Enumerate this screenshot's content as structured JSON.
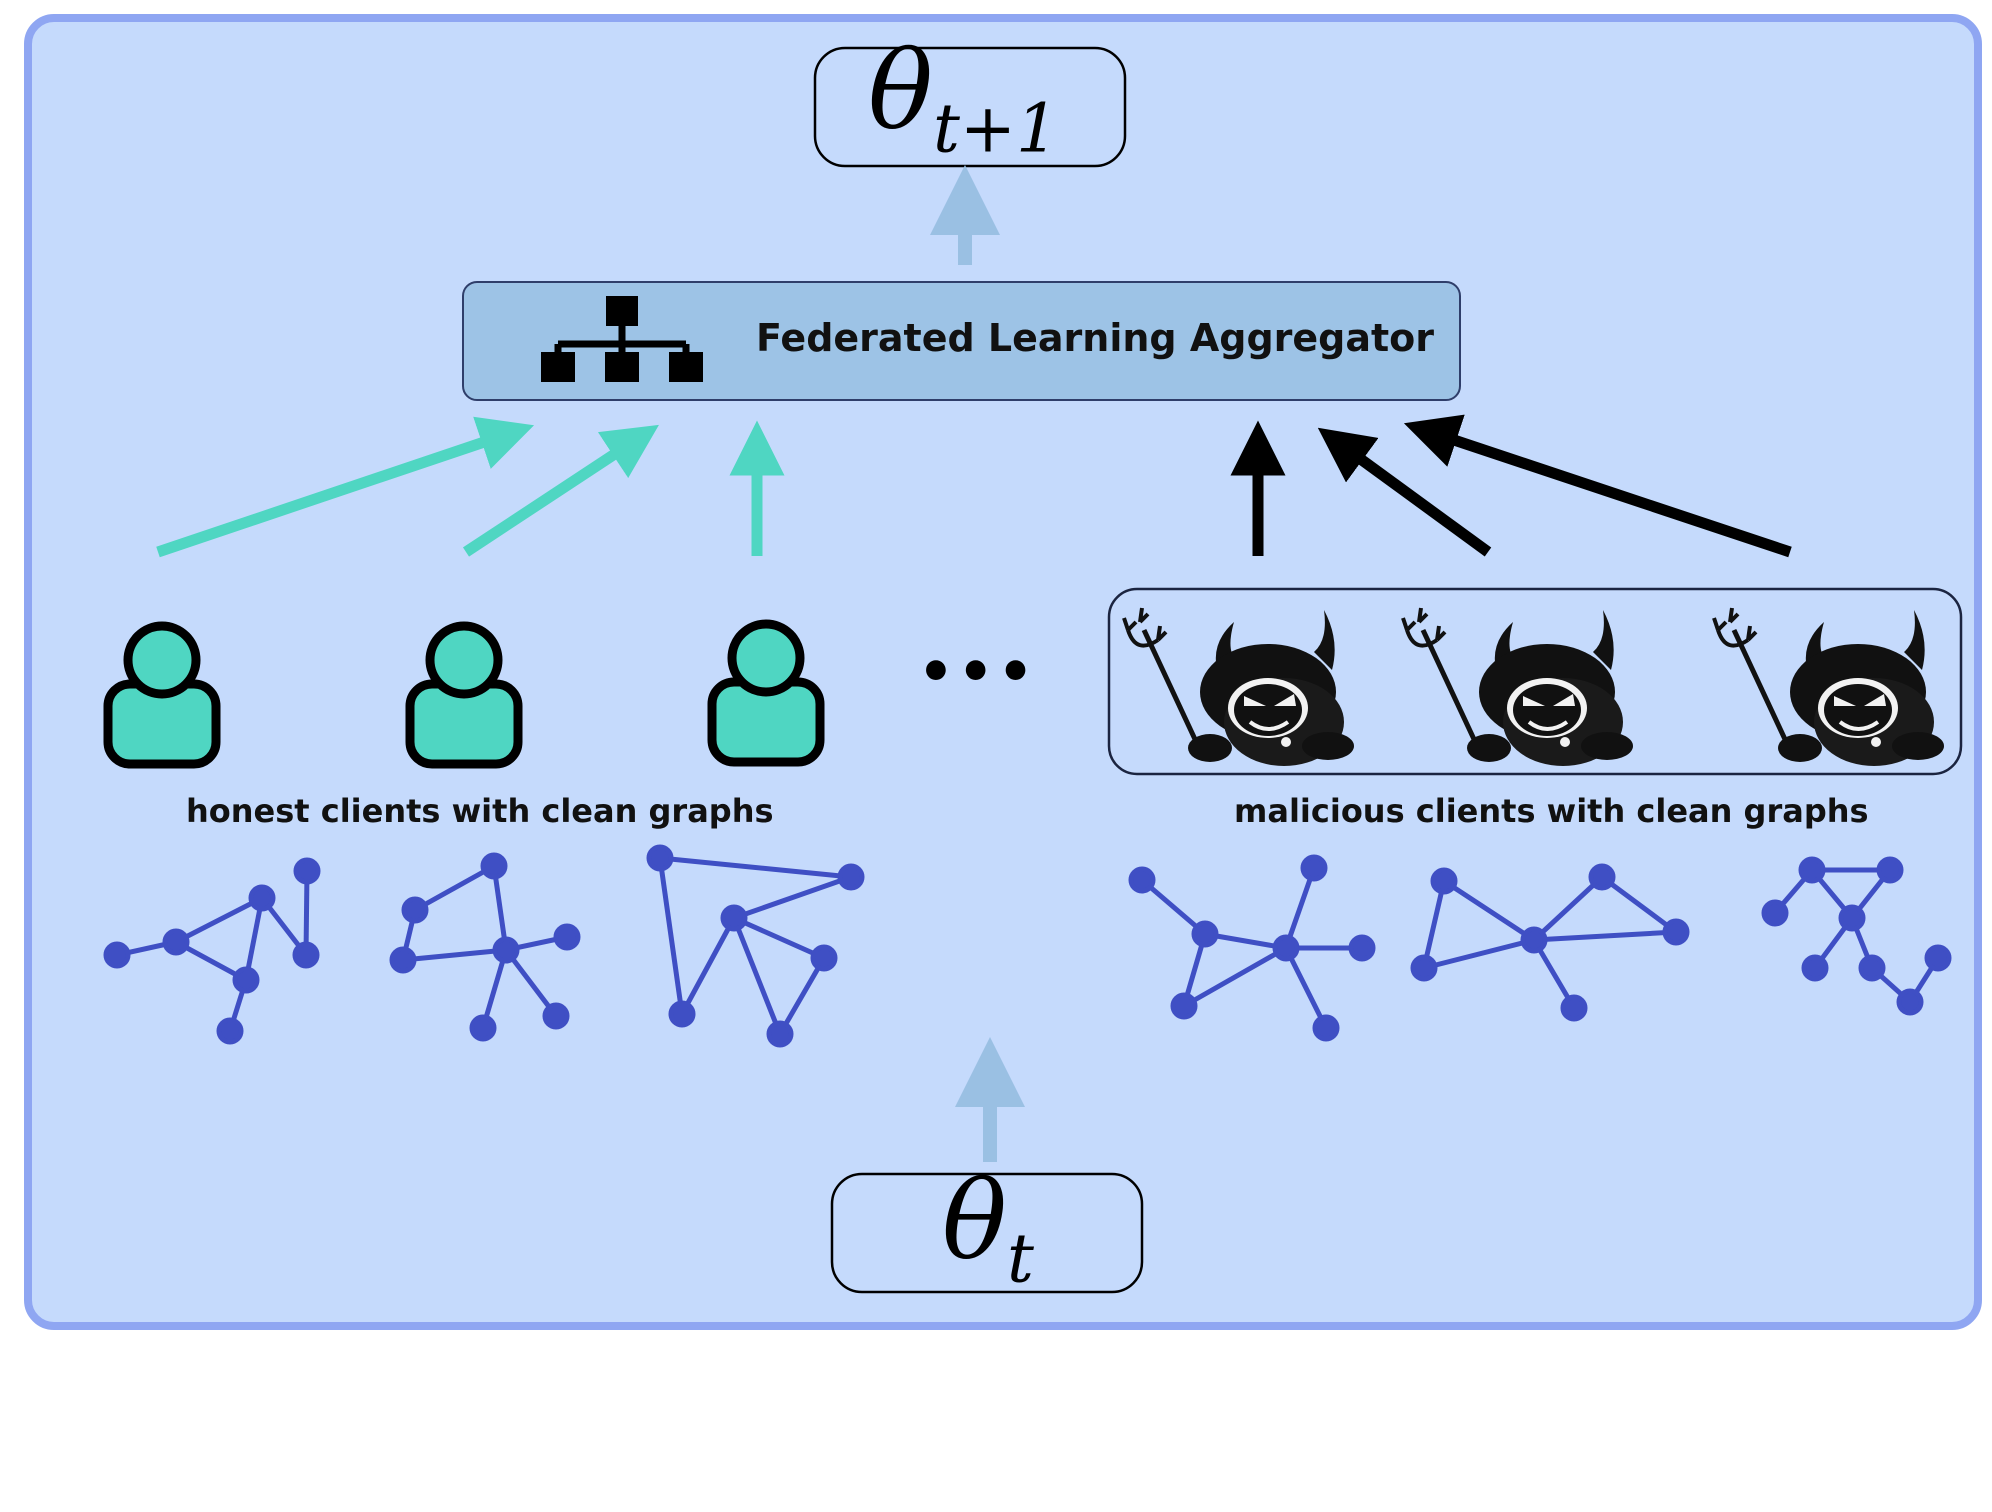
{
  "diagram": {
    "top_theta": {
      "base": "θ",
      "subscript": "t+1"
    },
    "bottom_theta": {
      "base": "θ",
      "subscript": "t"
    },
    "aggregator": {
      "label": "Federated Learning Aggregator",
      "icon": "network-hierarchy-icon"
    },
    "honest_label": "honest clients with clean graphs",
    "malicious_label": "malicious clients with clean graphs",
    "ellipsis": "•••",
    "honest_client_icon": "user-icon",
    "malicious_client_icon": "devil-icon",
    "colors": {
      "panel_fill": "#c5dafc",
      "panel_border": "#8fa6f2",
      "aggregator_fill": "#9dc3e6",
      "honest": "#4fd6c2",
      "malicious": "#000000",
      "graph": "#3f4fc4",
      "model_arrow": "#9ac0e3"
    }
  }
}
